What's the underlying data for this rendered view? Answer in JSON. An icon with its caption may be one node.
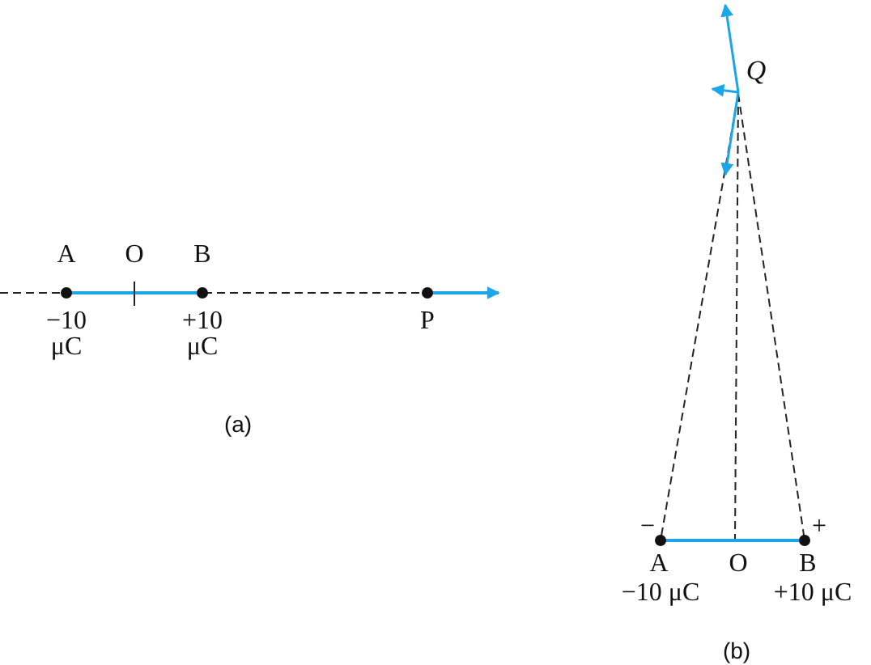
{
  "diagram": {
    "labels": [
      "A",
      "O",
      "B",
      "−10 μC",
      "+10 μC",
      "P",
      "(a)",
      "Q",
      "−",
      "+",
      "A",
      "O",
      "B",
      "−10 μC",
      "+10 μC",
      "(b)"
    ]
  }
}
